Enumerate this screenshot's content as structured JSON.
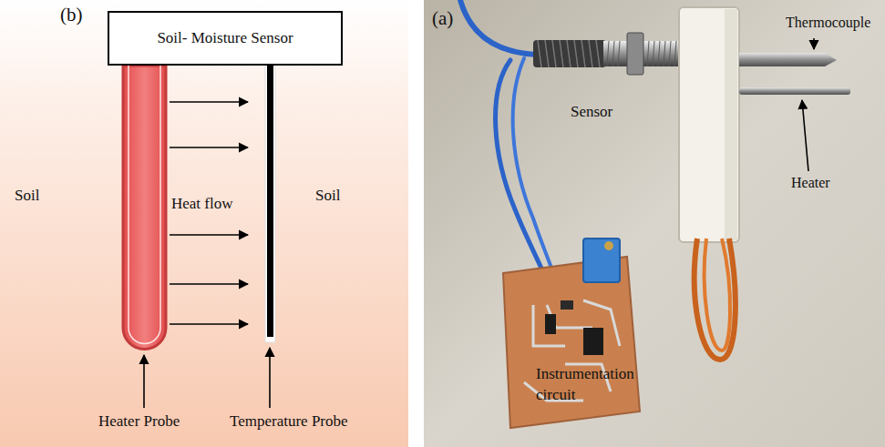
{
  "diagram": {
    "nodes": [
      {
        "text": [
          "Soil- Moisture Sensor"
        ]
      }
    ],
    "labels": [
      "(b)",
      "Soil",
      "Heat flow",
      "Soil",
      "Heater Probe",
      "Temperature Probe",
      "(a)",
      "Sensor",
      "Thermocouple",
      "Heater",
      "Instrumentation circuit"
    ]
  }
}
